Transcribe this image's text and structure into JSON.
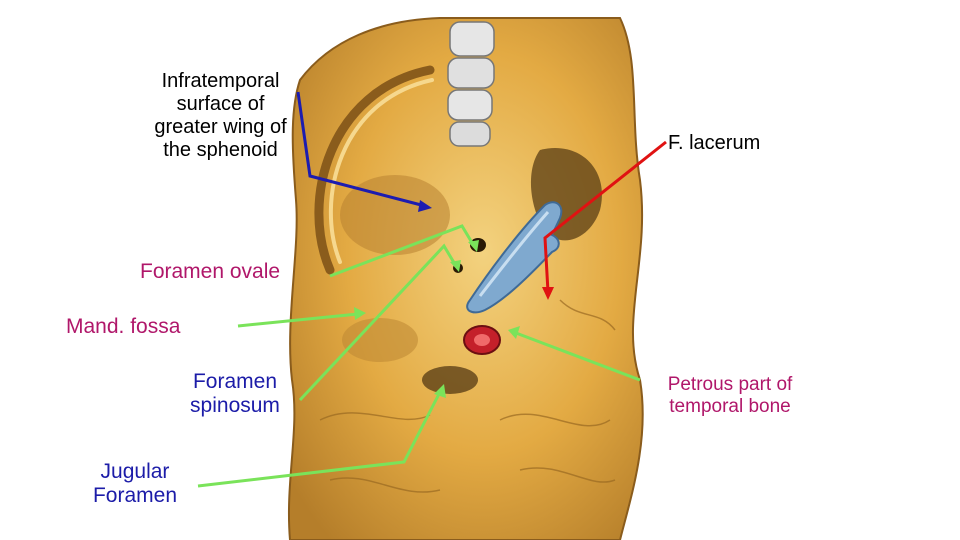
{
  "labels": {
    "infratemporal": "Infratemporal\nsurface of\ngreater wing of\nthe sphenoid",
    "lacerum": "F. lacerum",
    "ovale": "Foramen ovale",
    "fossa": "Mand. fossa",
    "spinosum": "Foramen\nspinosum",
    "petrous": "Petrous part of\ntemporal bone",
    "jugular": "Jugular\nForamen"
  },
  "colors": {
    "bone": "#e0a63a",
    "bone_light": "#f1cf7e",
    "bone_dark": "#9a6a22",
    "cartilage_blue": "#7fa9cf",
    "teeth": "#e6e6e6",
    "pointer_green": "#7ae35a",
    "pointer_blue": "#1c1cb0",
    "pointer_red": "#e01212",
    "label_magenta": "#b0176a",
    "label_navy": "#1c1ca8"
  }
}
